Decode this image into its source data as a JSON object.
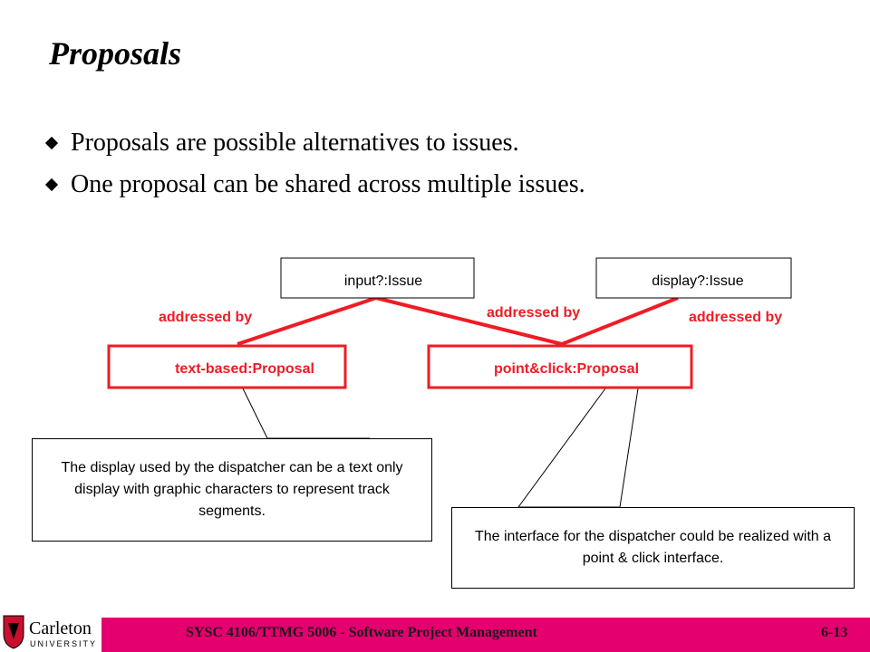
{
  "slide": {
    "title": "Proposals",
    "bullets": [
      "Proposals are possible alternatives to issues.",
      "One proposal can be shared across multiple issues."
    ]
  },
  "diagram": {
    "issues": [
      {
        "label": "input?:Issue"
      },
      {
        "label": "display?:Issue"
      }
    ],
    "proposals": [
      {
        "label": "text-based:Proposal"
      },
      {
        "label": "point&click:Proposal"
      }
    ],
    "association_labels": [
      "addressed by",
      "addressed by",
      "addressed by"
    ],
    "notes": [
      "The display used by the dispatcher can be a text only display with graphic characters to represent track segments.",
      "The interface for the dispatcher could be realized with a point & click interface."
    ],
    "colors": {
      "accent": "#ee1c25",
      "footer": "#e4006e"
    }
  },
  "footer": {
    "logo_name": "Carleton",
    "logo_sub": "UNIVERSITY",
    "course": "SYSC 4106/TTMG 5006 - Software Project Management",
    "page": "6-13"
  }
}
